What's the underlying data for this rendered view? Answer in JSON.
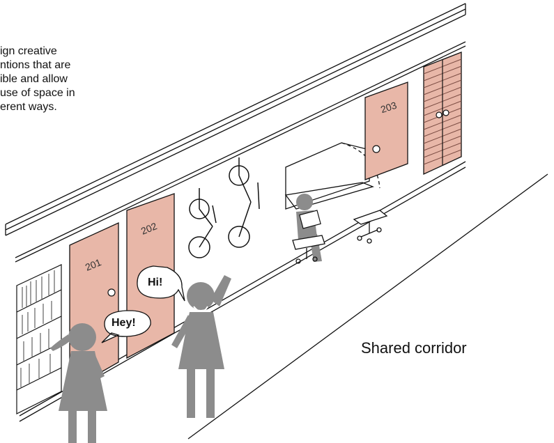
{
  "caption": {
    "lines": [
      "ign creative",
      "ntions that are",
      "ible and allow",
      "use of space in",
      "erent ways."
    ]
  },
  "doors": {
    "d201": "201",
    "d202": "202",
    "d203": "203"
  },
  "speech": {
    "hi": "Hi!",
    "hey": "Hey!"
  },
  "corridor_label": "Shared corridor",
  "colors": {
    "door": "#e8b7a8",
    "figure": "#8c8c8c",
    "line": "#111111"
  }
}
